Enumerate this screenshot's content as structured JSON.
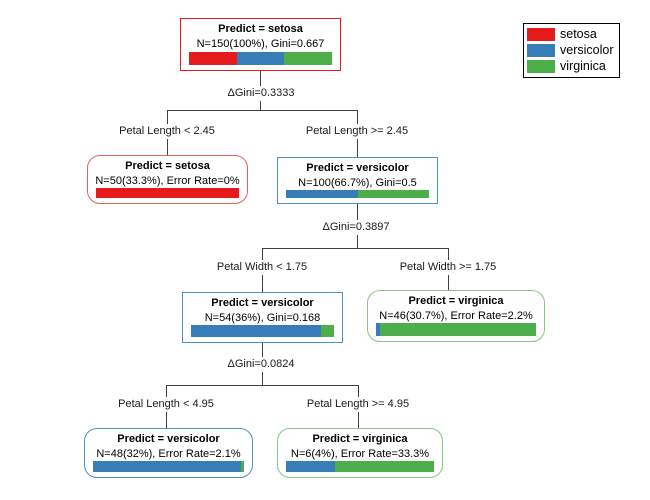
{
  "colors": {
    "setosa": "#E41A1C",
    "versicolor": "#377EB8",
    "virginica": "#4DAF4A",
    "line": "#404040",
    "root_border": "#E41A1C",
    "blue_border": "#4E8FC4",
    "red_leaf_border": "#ED5E5E",
    "green_leaf_border": "#85C783",
    "legend_border": "#000000"
  },
  "legend": {
    "items": [
      {
        "label": "setosa",
        "color": "#E41A1C"
      },
      {
        "label": "versicolor",
        "color": "#377EB8"
      },
      {
        "label": "virginica",
        "color": "#4DAF4A"
      }
    ]
  },
  "nodes": [
    {
      "id": "root",
      "title": "Predict = setosa",
      "info": "N=150(100%), Gini=0.667",
      "border": "#E41A1C",
      "bar": [
        {
          "color": "#E41A1C",
          "pct": 33.3
        },
        {
          "color": "#377EB8",
          "pct": 33.3
        },
        {
          "color": "#4DAF4A",
          "pct": 33.4
        }
      ]
    },
    {
      "id": "leaf-setosa",
      "title": "Predict = setosa",
      "info": "N=50(33.3%), Error Rate=0%",
      "border": "#ED5E5E",
      "bar": [
        {
          "color": "#E41A1C",
          "pct": 100
        }
      ]
    },
    {
      "id": "node-versicolor-100",
      "title": "Predict = versicolor",
      "info": "N=100(66.7%), Gini=0.5",
      "border": "#4E8FC4",
      "bar": [
        {
          "color": "#377EB8",
          "pct": 50
        },
        {
          "color": "#4DAF4A",
          "pct": 50
        }
      ]
    },
    {
      "id": "node-versicolor-54",
      "title": "Predict = versicolor",
      "info": "N=54(36%), Gini=0.168",
      "border": "#4E8FC4",
      "bar": [
        {
          "color": "#377EB8",
          "pct": 90.7
        },
        {
          "color": "#4DAF4A",
          "pct": 9.3
        }
      ]
    },
    {
      "id": "leaf-virginica-46",
      "title": "Predict = virginica",
      "info": "N=46(30.7%), Error Rate=2.2%",
      "border": "#85C783",
      "bar": [
        {
          "color": "#377EB8",
          "pct": 2.2
        },
        {
          "color": "#4DAF4A",
          "pct": 97.8
        }
      ]
    },
    {
      "id": "leaf-versicolor-48",
      "title": "Predict = versicolor",
      "info": "N=48(32%), Error Rate=2.1%",
      "border": "#4E8FC4",
      "bar": [
        {
          "color": "#377EB8",
          "pct": 97.9
        },
        {
          "color": "#4DAF4A",
          "pct": 2.1
        }
      ]
    },
    {
      "id": "leaf-virginica-6",
      "title": "Predict = virginica",
      "info": "N=6(4%), Error Rate=33.3%",
      "border": "#85C783",
      "bar": [
        {
          "color": "#377EB8",
          "pct": 33.3
        },
        {
          "color": "#4DAF4A",
          "pct": 66.7
        }
      ]
    }
  ],
  "splits": [
    {
      "dgini": "ΔGini=0.3333",
      "left_condition": "Petal Length < 2.45",
      "right_condition": "Petal Length >= 2.45"
    },
    {
      "dgini": "ΔGini=0.3897",
      "left_condition": "Petal Width < 1.75",
      "right_condition": "Petal Width >= 1.75"
    },
    {
      "dgini": "ΔGini=0.0824",
      "left_condition": "Petal Length < 4.95",
      "right_condition": "Petal Length >= 4.95"
    }
  ]
}
